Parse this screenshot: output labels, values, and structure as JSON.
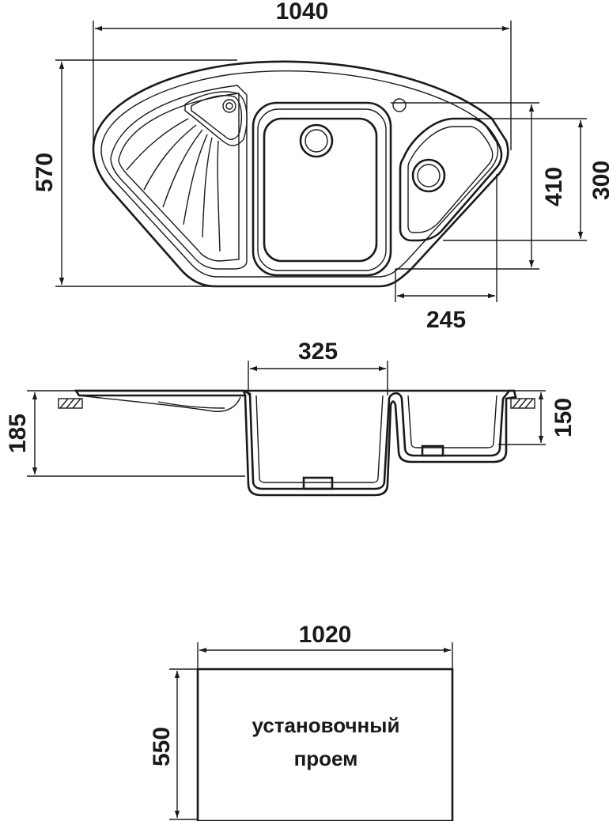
{
  "top_view": {
    "width_label": "1040",
    "height_label": "570",
    "bowl_height_label": "410",
    "small_bowl_height_label": "300",
    "small_bowl_width_label": "245"
  },
  "section_view": {
    "bowl_width_label": "325",
    "total_depth_label": "185",
    "small_depth_label": "150"
  },
  "cutout": {
    "width_label": "1020",
    "height_label": "550",
    "caption_line1": "установочный",
    "caption_line2": "проем"
  }
}
